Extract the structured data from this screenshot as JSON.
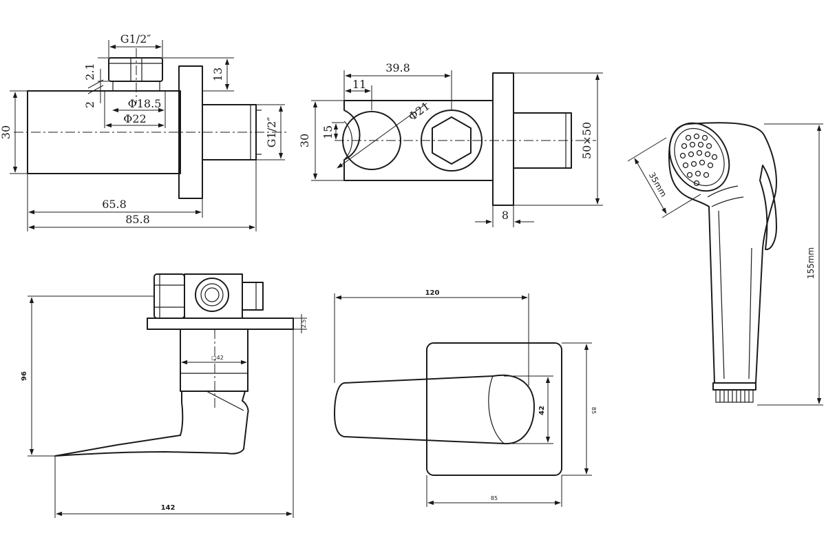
{
  "views": {
    "valve_side": {
      "thread_top": "G1/2″",
      "dim_2_1": "2.1",
      "dim_13": "13",
      "dim_2": "2",
      "dia_18_5": "Φ18.5",
      "dia_22": "Φ22",
      "dim_30": "30",
      "thread_right": "G1/2″",
      "dim_65_8": "65.8",
      "dim_85_8": "85.8"
    },
    "valve_front": {
      "dim_39_8": "39.8",
      "dim_11": "11",
      "dia_21": "Φ21",
      "dim_30": "30",
      "dim_15": "15",
      "dim_50x50": "50×50",
      "dim_8": "8"
    },
    "hand_shower": {
      "dim_35mm": "35mm",
      "dim_155mm": "155mm"
    },
    "mixer_side": {
      "dim_96": "96",
      "dim_2_5": "2.5",
      "dim_sq42": "□42",
      "dim_142": "142"
    },
    "mixer_front": {
      "dim_120": "120",
      "dim_42": "42",
      "dim_85_v": "85",
      "dim_85_h": "85"
    }
  }
}
